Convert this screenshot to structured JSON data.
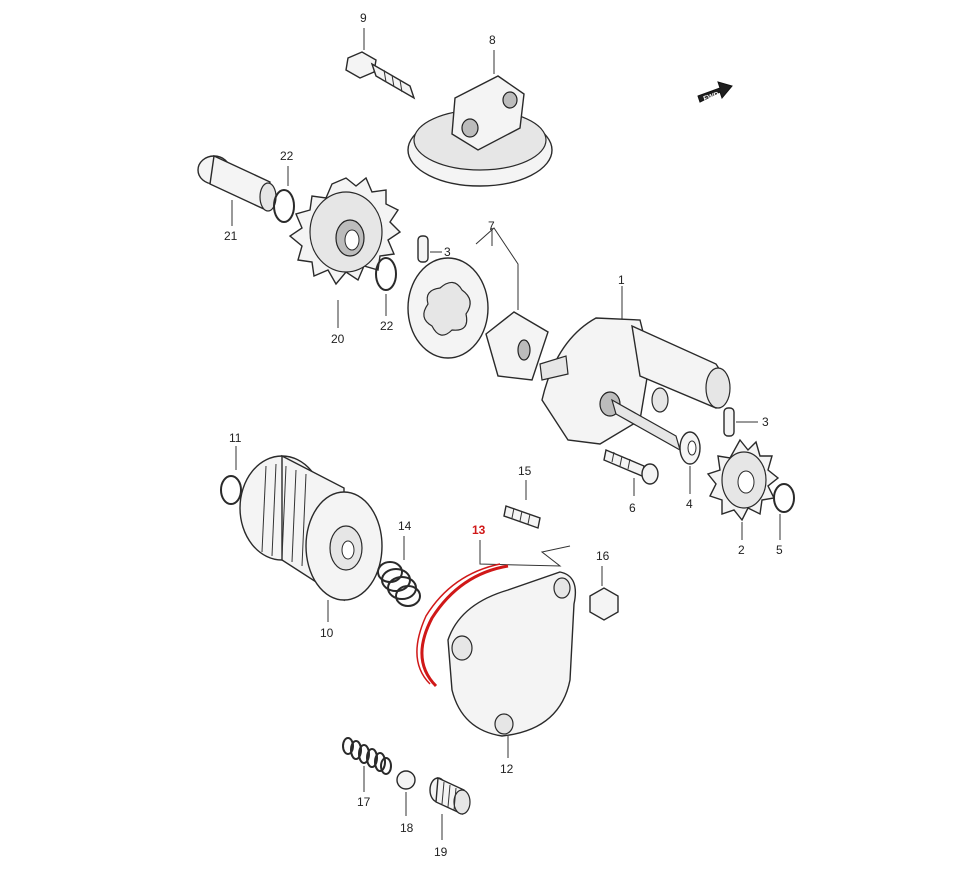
{
  "fwd_label": "FWD",
  "labels": {
    "p1": "1",
    "p2": "2",
    "p3a": "3",
    "p3b": "3",
    "p4": "4",
    "p5": "5",
    "p6": "6",
    "p7": "7",
    "p8": "8",
    "p9": "9",
    "p10": "10",
    "p11": "11",
    "p12": "12",
    "p13": "13",
    "p14": "14",
    "p15": "15",
    "p16": "16",
    "p17": "17",
    "p18": "18",
    "p19": "19",
    "p20": "20",
    "p21": "21",
    "p22a": "22",
    "p22b": "22"
  },
  "highlight_color": "#d01818"
}
